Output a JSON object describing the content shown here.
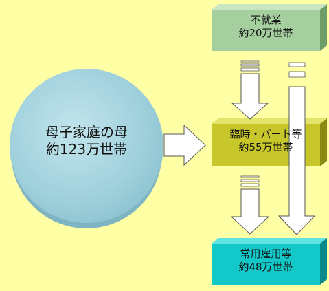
{
  "source": {
    "line1": "母子家庭の母",
    "line2": "約123万世帯"
  },
  "nodes": [
    {
      "id": "unemployed",
      "line1": "不就業",
      "line2": "約20万世帯",
      "color": "#A6CFA0"
    },
    {
      "id": "temporary",
      "line1": "臨時・パート等",
      "line2": "約55万世帯",
      "color": "#C7C72B"
    },
    {
      "id": "regular",
      "line1": "常用雇用等",
      "line2": "約48万世帯",
      "color": "#12C8C8"
    }
  ],
  "colors": {
    "background": "#FFFFA6",
    "circle": "#9FD0DC",
    "arrow_fill": "#FFFFFF",
    "arrow_stroke": "#555555"
  }
}
